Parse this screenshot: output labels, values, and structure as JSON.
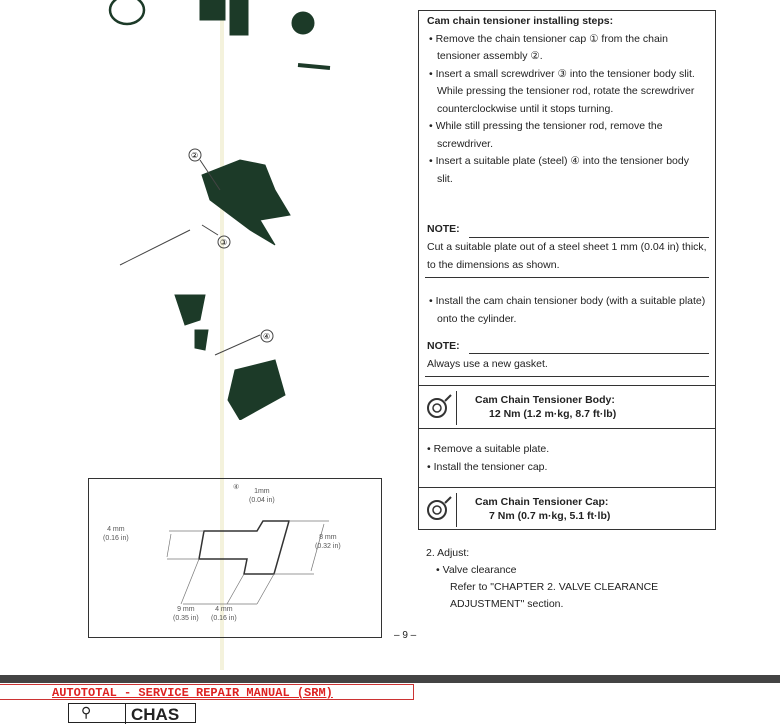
{
  "steps": {
    "title": "Cam chain tensioner installing steps:",
    "items": [
      "• Remove the chain tensioner cap ① from the chain tensioner assembly ②.",
      "• Insert a small screwdriver ③ into the tensioner body slit. While pressing the tensioner rod, rotate the screwdriver counterclockwise until it stops turning.",
      "• While still pressing the tensioner rod, remove the screwdriver.",
      "• Insert a suitable plate (steel) ④ into the tensioner body slit."
    ]
  },
  "note1": {
    "label": "NOTE:",
    "text": "Cut a suitable plate out of a steel sheet 1 mm (0.04 in) thick, to the dimensions as shown."
  },
  "install": "• Install the cam chain tensioner body (with a suitable plate) onto the cylinder.",
  "note2": {
    "label": "NOTE:",
    "text": "Always use a new gasket."
  },
  "torque1": {
    "name": "Cam Chain Tensioner Body:",
    "value": "12 Nm (1.2 m·kg, 8.7 ft·lb)"
  },
  "remove": [
    "• Remove a suitable plate.",
    "• Install the tensioner cap."
  ],
  "torque2": {
    "name": "Cam Chain Tensioner Cap:",
    "value": "7 Nm (0.7 m·kg, 5.1 ft·lb)"
  },
  "adjust": {
    "title": "2. Adjust:",
    "item": "• Valve clearance",
    "ref": "Refer to \"CHAPTER 2. VALVE CLEARANCE ADJUSTMENT\" section."
  },
  "callouts": [
    "②",
    "③",
    "④"
  ],
  "diagram": {
    "part": "④",
    "d1": "1mm",
    "d1b": "(0.04 in)",
    "d2": "4 mm",
    "d2b": "(0.16 in)",
    "d3": "8 mm",
    "d3b": "(0.32 in)",
    "d4": "9 mm",
    "d4b": "(0.35 in)",
    "d5": "4 mm",
    "d5b": "(0.16 in)"
  },
  "page_number": "– 9 –",
  "watermark": "AUTOTOTAL - SERVICE REPAIR MANUAL (SRM)",
  "chapter": "CHAS"
}
